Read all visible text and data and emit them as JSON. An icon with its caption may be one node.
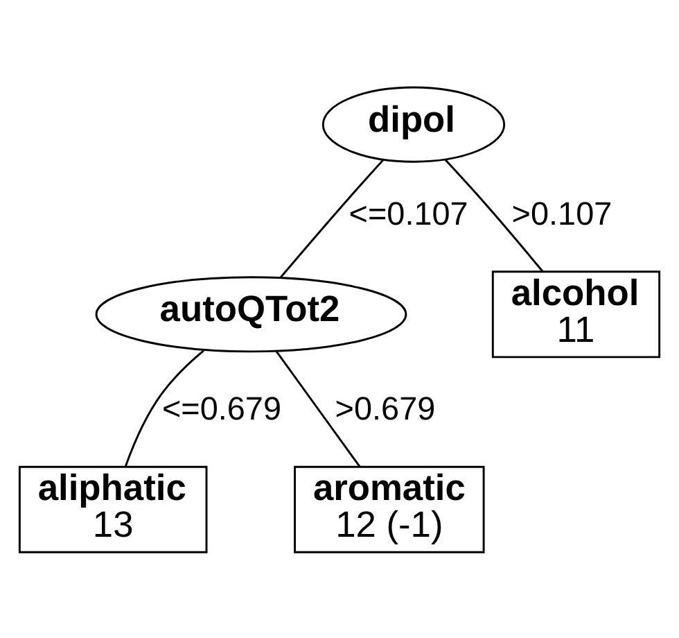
{
  "diagram": {
    "nodes": [
      {
        "text": [
          "dipol"
        ]
      },
      {
        "text": [
          "autoQTot2"
        ]
      },
      {
        "text": [
          "alcohol",
          "11"
        ]
      },
      {
        "text": [
          "aliphatic",
          "13"
        ]
      },
      {
        "text": [
          "aromatic",
          "12 (-1)"
        ]
      }
    ],
    "edges": [
      {
        "from": 0,
        "to": 1,
        "arrow": "none",
        "label": "<=0.107"
      },
      {
        "from": 0,
        "to": 2,
        "arrow": "none",
        "label": ">0.107"
      },
      {
        "from": 1,
        "to": 3,
        "arrow": "none",
        "label": "<=0.679"
      },
      {
        "from": 1,
        "to": 4,
        "arrow": "none",
        "label": ">0.679"
      }
    ]
  }
}
